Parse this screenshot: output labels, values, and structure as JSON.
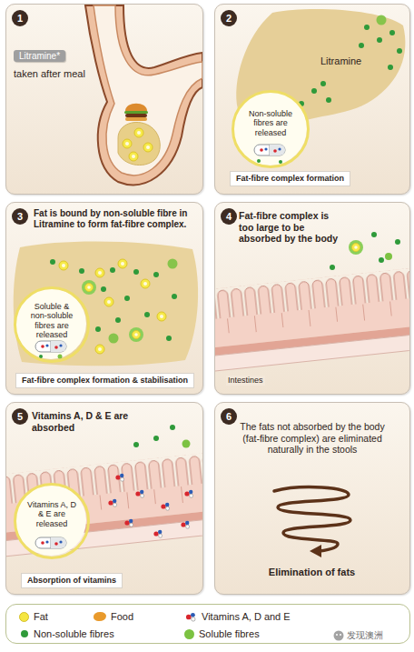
{
  "diagram": {
    "nodes": [
      {
        "text": [
          "taken after meal"
        ]
      },
      {
        "text": [
          "1"
        ],
        "in": 0
      },
      {
        "text": [
          "Litramine*"
        ],
        "in": 0
      },
      {
        "text": [
          "Litramine"
        ]
      },
      {
        "text": [
          "2"
        ],
        "in": 3
      },
      {
        "text": [
          "Non-soluble fibres are released"
        ],
        "in": 3
      },
      {
        "text": [
          "Fat-fibre complex formation"
        ],
        "in": 3
      },
      {
        "text": [
          "Fat is bound by non-soluble fibre in Litramine to form fat-fibre complex."
        ]
      },
      {
        "text": [
          "3"
        ],
        "in": 7
      },
      {
        "text": [
          "Soluble & non-soluble fibres are released"
        ],
        "in": 7
      },
      {
        "text": [
          "Fat-fibre complex formation & stabilisation"
        ],
        "in": 7
      },
      {
        "text": [
          "Fat-fibre complex is too large to be absorbed by the body",
          "Intestines"
        ]
      },
      {
        "text": [
          "4"
        ],
        "in": 11
      },
      {
        "text": [
          "Vitamins A, D & E are absorbed"
        ]
      },
      {
        "text": [
          "5"
        ],
        "in": 13
      },
      {
        "text": [
          "Vitamins A, D & E are released"
        ],
        "in": 13
      },
      {
        "text": [
          "Absorption of vitamins"
        ],
        "in": 13
      },
      {
        "text": [
          "The fats not absorbed by the body (fat-fibre complex) are eliminated naturally in the stools",
          "Elimination of fats"
        ]
      },
      {
        "text": [
          "6"
        ],
        "in": 17
      }
    ],
    "labels": [
      "发现澳洲"
    ],
    "legend": [
      {
        "text": "Fat",
        "color": "#f5e642"
      },
      {
        "text": "Food",
        "color": "#e99a2c"
      },
      {
        "text": "Vitamins A, D and E"
      },
      {
        "text": "Non-soluble fibres",
        "color": "#2f9a3a"
      },
      {
        "text": "Soluble fibres",
        "color": "#7cc242"
      }
    ]
  }
}
